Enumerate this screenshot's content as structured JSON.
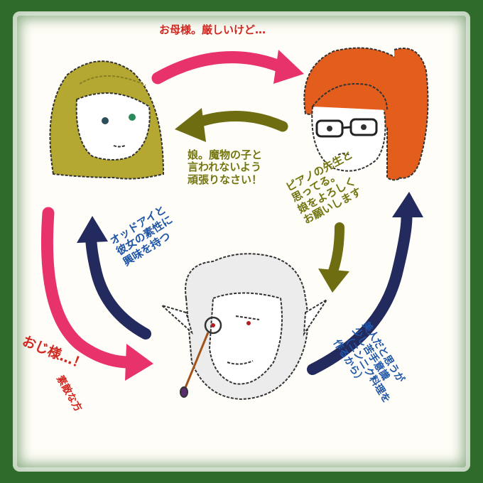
{
  "captions": {
    "mother_top": "お母様。厳しいけど…",
    "mother_to_daughter_1": "娘。魔物の子と",
    "mother_to_daughter_2": "言われないよう",
    "mother_to_daughter_3": "頑張りなさい！",
    "piano_1": "ピアノの先生と",
    "piano_2": "思ってる。",
    "piano_3": "娘をよろしく",
    "piano_4": "お願いします",
    "oddeye_1": "オッドアイと",
    "oddeye_2": "彼女の素性に",
    "oddeye_3": "興味を持つ",
    "beauty_1": "美人だと思うが",
    "beauty_2": "少し苦手意識",
    "beauty_3": "（ニンニク料理を",
    "beauty_4": "作るから）",
    "ojisama": "おじ様…！",
    "suteki": "素敵な方"
  },
  "colors": {
    "frame_green": "#2f6b2a",
    "red_arrow": "#e8336a",
    "olive_arrow": "#6f6d12",
    "navy_arrow": "#232a5e",
    "blonde_hair": "#b5a832",
    "orange_hair": "#e35e1d"
  },
  "characters": [
    "blonde-girl",
    "red-haired-mother",
    "white-haired-elf-man"
  ]
}
